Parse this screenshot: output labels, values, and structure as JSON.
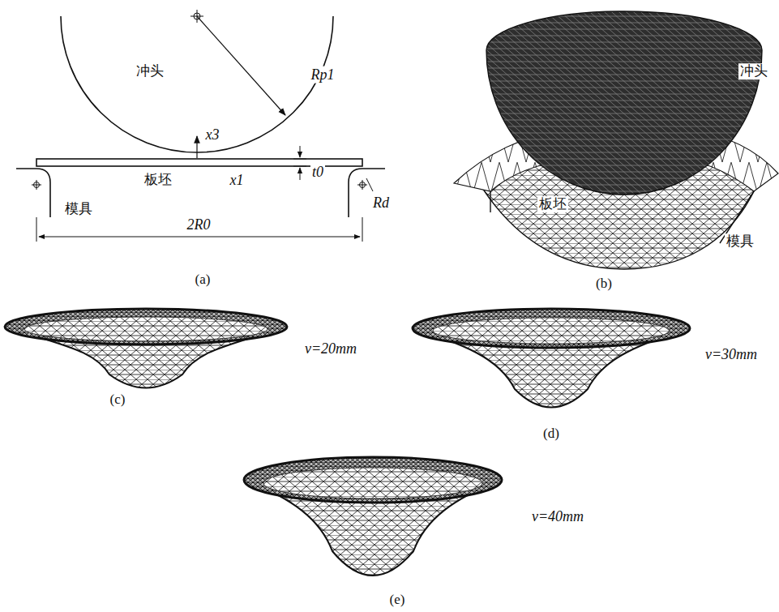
{
  "diagram": {
    "labels": [
      "冲头",
      "Rp1",
      "x3",
      "板坯",
      "x1",
      "t0",
      "模具",
      "Rd",
      "2R0",
      "(a)",
      "冲头",
      "板坯",
      "模具",
      "(b)",
      "v=20mm",
      "(c)",
      "v=30mm",
      "(d)",
      "v=40mm",
      "(e)"
    ]
  }
}
